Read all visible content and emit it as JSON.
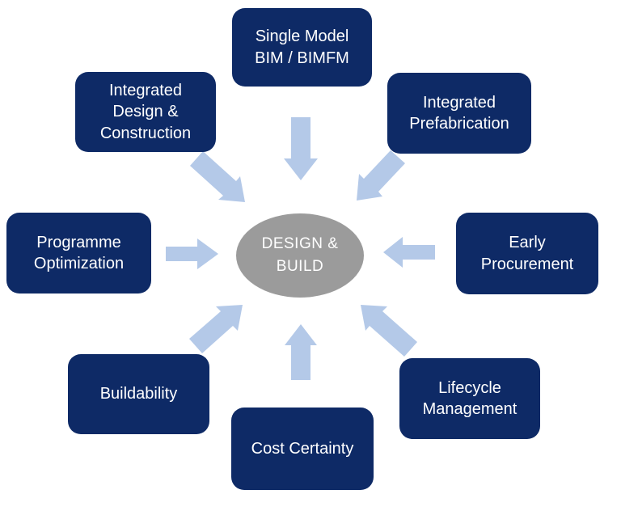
{
  "diagram": {
    "type": "hub-and-spoke",
    "center": {
      "id": "design-build",
      "lines": [
        "DESIGN &",
        "BUILD"
      ],
      "shape": "ellipse"
    },
    "nodes": [
      {
        "id": "single-model-bim-bimfm",
        "position": "top",
        "lines": [
          "Single Model",
          "BIM / BIMFM"
        ]
      },
      {
        "id": "integrated-prefabrication",
        "position": "top-right",
        "lines": [
          "Integrated",
          "Prefabrication"
        ]
      },
      {
        "id": "early-procurement",
        "position": "right",
        "lines": [
          "Early",
          "Procurement"
        ]
      },
      {
        "id": "lifecycle-management",
        "position": "bottom-right",
        "lines": [
          "Lifecycle",
          "Management"
        ]
      },
      {
        "id": "cost-certainty",
        "position": "bottom",
        "lines": [
          "Cost Certainty"
        ]
      },
      {
        "id": "buildability",
        "position": "bottom-left",
        "lines": [
          "Buildability"
        ]
      },
      {
        "id": "programme-optimization",
        "position": "left",
        "lines": [
          "Programme",
          "Optimization"
        ]
      },
      {
        "id": "integrated-design-construction",
        "position": "top-left",
        "lines": [
          "Integrated",
          "Design &",
          "Construction"
        ]
      }
    ],
    "arrows": [
      {
        "from": "single-model-bim-bimfm",
        "to": "design-build",
        "direction": "down"
      },
      {
        "from": "integrated-prefabrication",
        "to": "design-build",
        "direction": "down-left"
      },
      {
        "from": "early-procurement",
        "to": "design-build",
        "direction": "left"
      },
      {
        "from": "lifecycle-management",
        "to": "design-build",
        "direction": "up-left"
      },
      {
        "from": "cost-certainty",
        "to": "design-build",
        "direction": "up"
      },
      {
        "from": "buildability",
        "to": "design-build",
        "direction": "up-right"
      },
      {
        "from": "programme-optimization",
        "to": "design-build",
        "direction": "right"
      },
      {
        "from": "integrated-design-construction",
        "to": "design-build",
        "direction": "down-right"
      }
    ]
  },
  "colors": {
    "node_fill": "#0e2a66",
    "node_text": "#ffffff",
    "center_fill": "#9b9b9b",
    "center_text": "#ffffff",
    "arrow_fill": "#b4c9e8",
    "background": "#ffffff"
  }
}
